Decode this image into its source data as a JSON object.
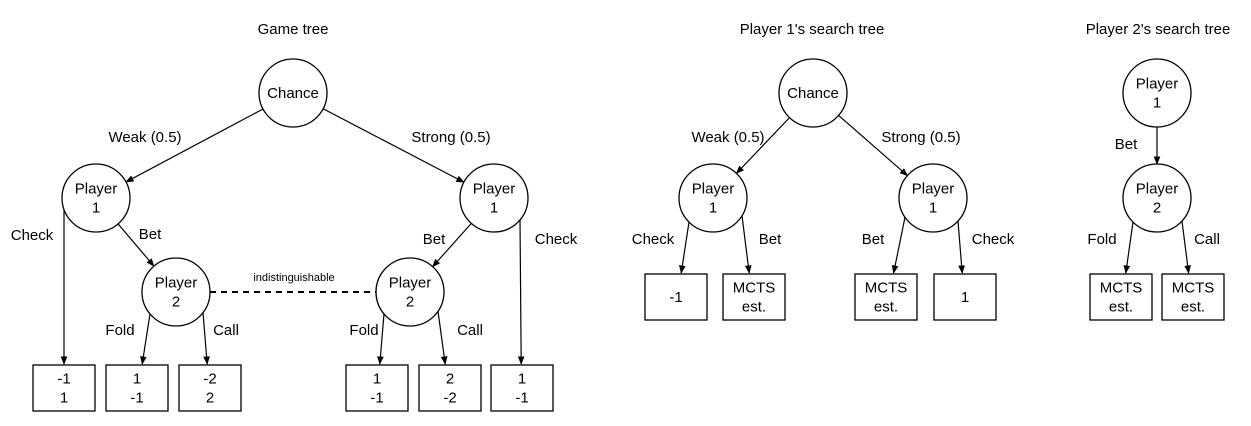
{
  "headings": {
    "game": "Game tree",
    "p1": "Player 1's search tree",
    "p2": "Player 2's search tree"
  },
  "nodes": {
    "g_chance": [
      "Chance"
    ],
    "g_p1_weak": [
      "Player",
      "1"
    ],
    "g_p1_strong": [
      "Player",
      "1"
    ],
    "g_p2_left": [
      "Player",
      "2"
    ],
    "g_p2_right": [
      "Player",
      "2"
    ],
    "g_leaf1": [
      "-1",
      "1"
    ],
    "g_leaf2": [
      "1",
      "-1"
    ],
    "g_leaf3": [
      "-2",
      "2"
    ],
    "g_leaf4": [
      "1",
      "-1"
    ],
    "g_leaf5": [
      "2",
      "-2"
    ],
    "g_leaf6": [
      "1",
      "-1"
    ],
    "s1_chance": [
      "Chance"
    ],
    "s1_p1_weak": [
      "Player",
      "1"
    ],
    "s1_p1_strong": [
      "Player",
      "1"
    ],
    "s1_leaf1": [
      "-1"
    ],
    "s1_leaf2": [
      "MCTS",
      "est."
    ],
    "s1_leaf3": [
      "MCTS",
      "est."
    ],
    "s1_leaf4": [
      "1"
    ],
    "s2_p1": [
      "Player",
      "1"
    ],
    "s2_p2": [
      "Player",
      "2"
    ],
    "s2_leaf1": [
      "MCTS",
      "est."
    ],
    "s2_leaf2": [
      "MCTS",
      "est."
    ]
  },
  "edge_labels": {
    "g_weak": "Weak (0.5)",
    "g_strong": "Strong (0.5)",
    "g_check_left": "Check",
    "g_bet_left": "Bet",
    "g_bet_right": "Bet",
    "g_check_right": "Check",
    "g_fold_left": "Fold",
    "g_call_left": "Call",
    "g_fold_right": "Fold",
    "g_call_right": "Call",
    "indistinguishable": "indistinguishable",
    "s1_weak": "Weak (0.5)",
    "s1_strong": "Strong (0.5)",
    "s1_check_left": "Check",
    "s1_bet_left": "Bet",
    "s1_bet_right": "Bet",
    "s1_check_right": "Check",
    "s2_bet": "Bet",
    "s2_fold": "Fold",
    "s2_call": "Call"
  }
}
